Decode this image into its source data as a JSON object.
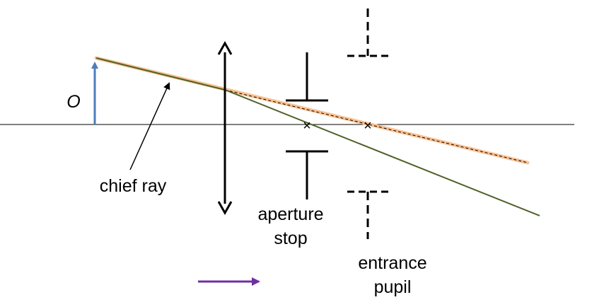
{
  "labels": {
    "object": "O",
    "chief_ray": "chief ray",
    "aperture_stop_line1": "aperture",
    "aperture_stop_line2": "stop",
    "entrance_pupil_line1": "entrance",
    "entrance_pupil_line2": "pupil"
  },
  "markers": {
    "stop_center": "×",
    "pupil_center": "×"
  },
  "colors": {
    "background": "#ffffff",
    "axis": "#000000",
    "object_arrow": "#4a7ebb",
    "chief_ray": "#4f6228",
    "projected_ray_glow": "#fac090",
    "projected_ray_dash": "#000000",
    "lens": "#000000",
    "aperture_stop": "#000000",
    "entrance_pupil": "#000000",
    "direction_arrow": "#7030a0"
  }
}
